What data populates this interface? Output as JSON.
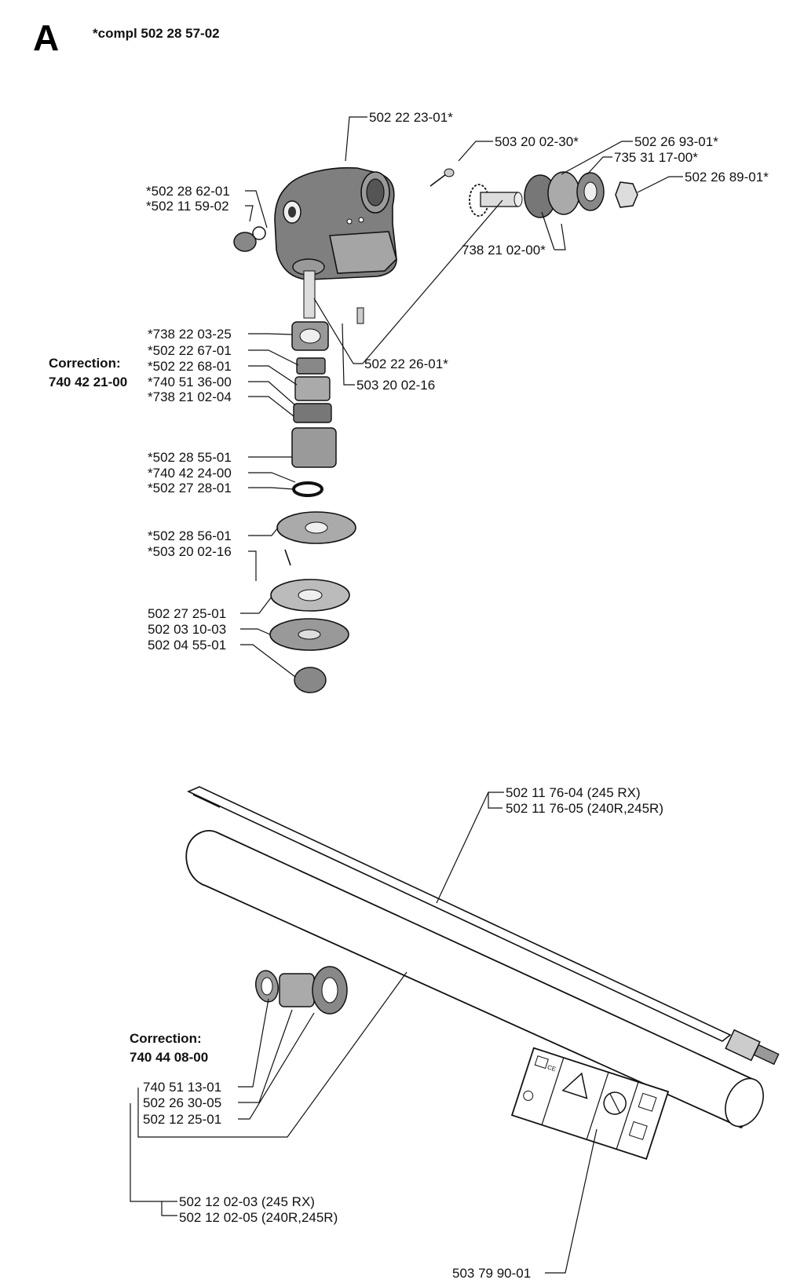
{
  "section_letter": "A",
  "header_note": "*compl 502 28 57-02",
  "gearhead_labels": {
    "housing": "502 22 23-01*",
    "screw_top": "503 20 02-30*",
    "bearing_cover": "502 26 93-01*",
    "bearing_right": "735 31 17-00*",
    "nut_right": "502 26 89-01*",
    "plug": "*502 28 62-01",
    "oring": "*502 11 59-02",
    "pinion": "738 21 02-00*",
    "bearing_a": "*738 22 03-25",
    "ring_a": "*502 22 67-01",
    "ring_b": "*502 22 68-01",
    "seal_a": "*740 51 36-00",
    "bearing_b": "*738 21 02-04",
    "spindle": "502 22 26-01*",
    "screw_side": "503 20 02-16",
    "sleeve": "*502 28 55-01",
    "washer_a": "*740 42 24-00",
    "washer_b": "*502 27 28-01",
    "guard_flange": "*502 28 56-01",
    "screw_flange": "*503 20 02-16",
    "support_cup": "502 27 25-01",
    "drive_disc": "502 03 10-03",
    "nut_bottom": "502 04 55-01"
  },
  "correction_top": {
    "title": "Correction:",
    "number": "740 42 21-00"
  },
  "shaft_labels": {
    "drive_shaft_rx": "502 11 76-04 (245 RX)",
    "drive_shaft_r": "502 11 76-05 (240R,245R)",
    "seal": "740 51 13-01",
    "bushing": "502 26 30-05",
    "ring": "502 12 25-01",
    "tube_rx": "502 12 02-03 (245 RX)",
    "tube_r": "502 12 02-05 (240R,245R)",
    "decal": "503 79 90-01"
  },
  "correction_bottom": {
    "title": "Correction:",
    "number": "740 44 08-00"
  },
  "decal_icons": [
    "book-icon",
    "warning-triangle-icon",
    "ce-mark-icon",
    "no-entry-icon",
    "rotation-icon",
    "gloves-icon",
    "boots-icon"
  ]
}
